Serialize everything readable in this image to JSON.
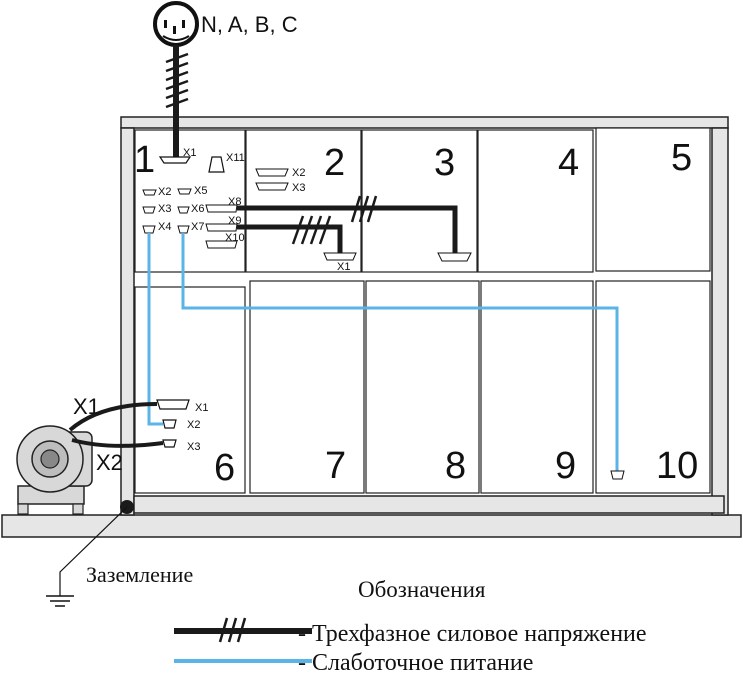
{
  "power_label": "N, A, B, C",
  "compartments": {
    "c1": "1",
    "c2": "2",
    "c3": "3",
    "c4": "4",
    "c5": "5",
    "c6": "6",
    "c7": "7",
    "c8": "8",
    "c9": "9",
    "c10": "10"
  },
  "connectors": {
    "x1": "X1",
    "x11": "X11",
    "x2": "X2",
    "x5": "X5",
    "x3": "X3",
    "x6": "X6",
    "x4": "X4",
    "x7": "X7",
    "x8": "X8",
    "x9": "X9",
    "x10": "X10"
  },
  "comp2_connectors": {
    "x2": "X2",
    "x3": "X3",
    "x1": "X1"
  },
  "comp6_connectors": {
    "x1": "X1",
    "x2": "X2",
    "x3": "X3"
  },
  "motor_labels": {
    "x1": "X1",
    "x2": "X2"
  },
  "ground_label": "Заземление",
  "legend": {
    "title": "Обозначения",
    "power": "- Трехфазное силовое напряжение",
    "low": "- Слаботочное питание"
  },
  "colors": {
    "power_line": "#1a1a1a",
    "low_line": "#5ab4e6",
    "frame": "#e6e6e6"
  }
}
